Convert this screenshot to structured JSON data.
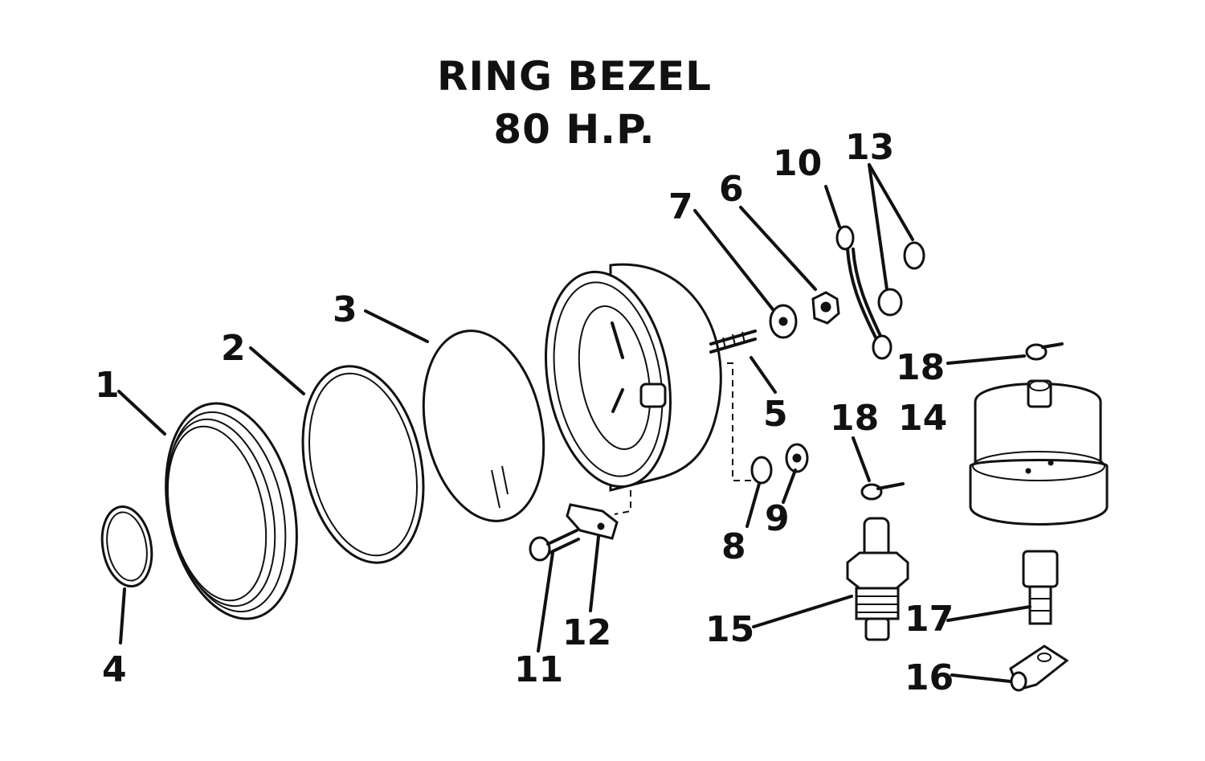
{
  "diagram": {
    "title": "RING BEZEL",
    "subtitle": "80 H.P.",
    "callouts": [
      {
        "id": "c1",
        "text": "1"
      },
      {
        "id": "c2",
        "text": "2"
      },
      {
        "id": "c3",
        "text": "3"
      },
      {
        "id": "c4",
        "text": "4"
      },
      {
        "id": "c5",
        "text": "5"
      },
      {
        "id": "c6",
        "text": "6"
      },
      {
        "id": "c7",
        "text": "7"
      },
      {
        "id": "c8",
        "text": "8"
      },
      {
        "id": "c9",
        "text": "9"
      },
      {
        "id": "c10",
        "text": "10"
      },
      {
        "id": "c11",
        "text": "11"
      },
      {
        "id": "c12",
        "text": "12"
      },
      {
        "id": "c13",
        "text": "13"
      },
      {
        "id": "c14",
        "text": "14"
      },
      {
        "id": "c15",
        "text": "15"
      },
      {
        "id": "c16",
        "text": "16"
      },
      {
        "id": "c17",
        "text": "17"
      },
      {
        "id": "c18a",
        "text": "18"
      },
      {
        "id": "c18b",
        "text": "18"
      }
    ]
  }
}
